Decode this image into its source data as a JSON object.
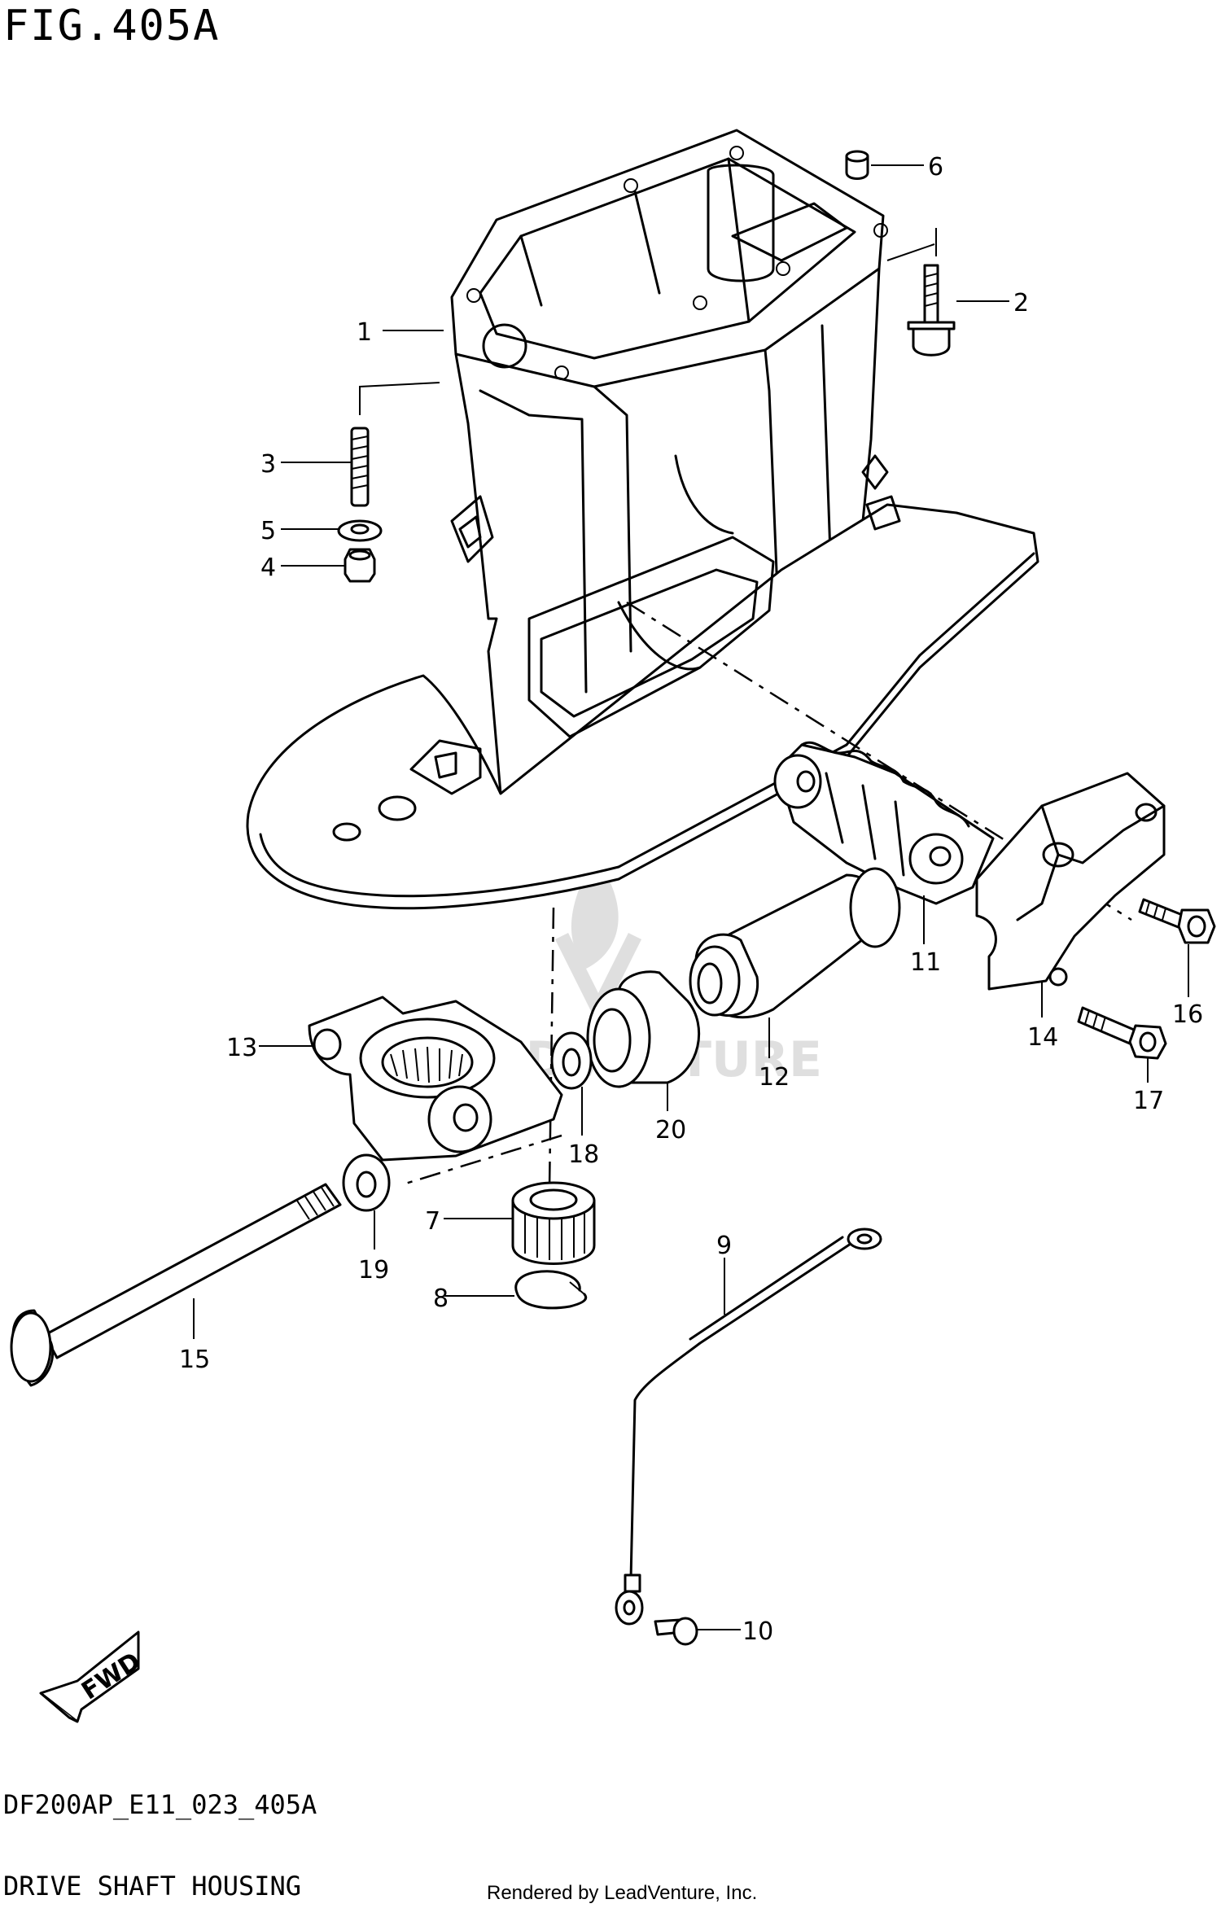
{
  "figure": {
    "title": "FIG.405A",
    "code": "DF200AP_E11_023_405A",
    "name": "DRIVE SHAFT HOUSING",
    "credit": "Rendered by LeadVenture, Inc.",
    "watermark": "LEADVENTURE",
    "fwd_label": "FWD"
  },
  "callouts": [
    "1",
    "2",
    "3",
    "4",
    "5",
    "6",
    "7",
    "8",
    "9",
    "10",
    "11",
    "12",
    "13",
    "14",
    "15",
    "16",
    "17",
    "18",
    "19",
    "20"
  ],
  "parts": {
    "1": "drive-shaft-housing",
    "2": "bolt",
    "3": "stud",
    "4": "nut",
    "5": "washer",
    "6": "dowel-pin",
    "7": "bushing",
    "8": "circlip",
    "9": "ground-wire",
    "10": "screw",
    "11": "mount-cover",
    "12": "mount-rubber",
    "13": "mount-bracket",
    "14": "mount-housing",
    "15": "long-bolt",
    "16": "bolt",
    "17": "bolt",
    "18": "washer",
    "19": "washer",
    "20": "seal"
  }
}
